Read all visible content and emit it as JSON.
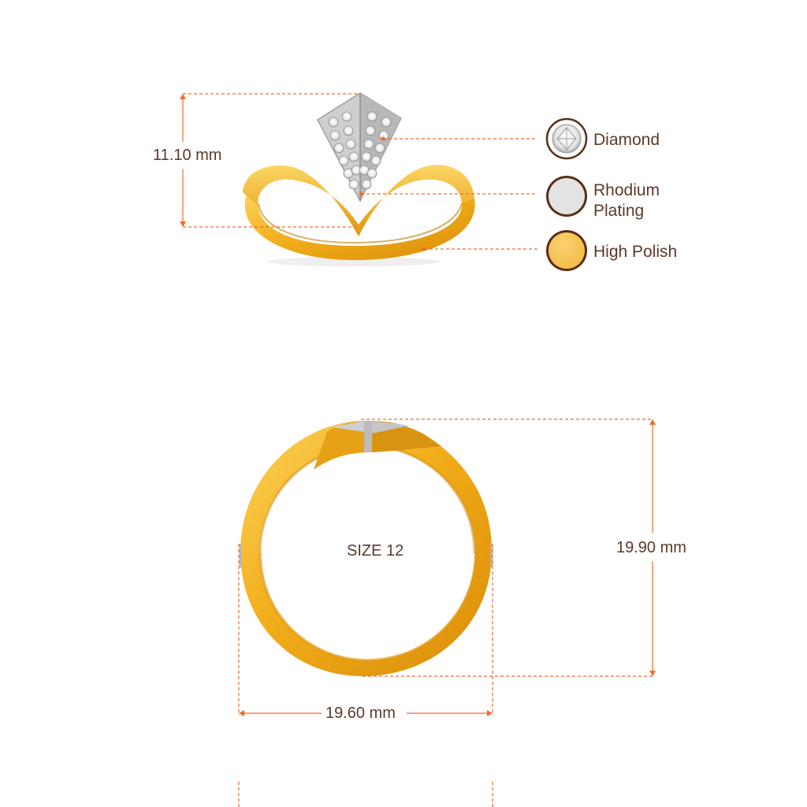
{
  "dimensions": {
    "height_top": "11.10 mm",
    "height_front": "19.90 mm",
    "width_front": "19.60 mm",
    "size": "SIZE 12"
  },
  "legend": [
    {
      "line1": "Diamond",
      "line2": "",
      "swatch": "diamond-icon",
      "color": "#ffffff"
    },
    {
      "line1": "Rhodium",
      "line2": "Plating",
      "swatch": "rhodium-swatch",
      "color": "#e2e2e2"
    },
    {
      "line1": "High Polish",
      "line2": "",
      "swatch": "gold-swatch",
      "color": "#f7c24e"
    }
  ],
  "colors": {
    "dimension_line": "#f26a2c",
    "gold": "#f2b01e",
    "gold_dark": "#d98e0a",
    "swatch_border": "#5a2e17",
    "text": "#5b3a29"
  }
}
